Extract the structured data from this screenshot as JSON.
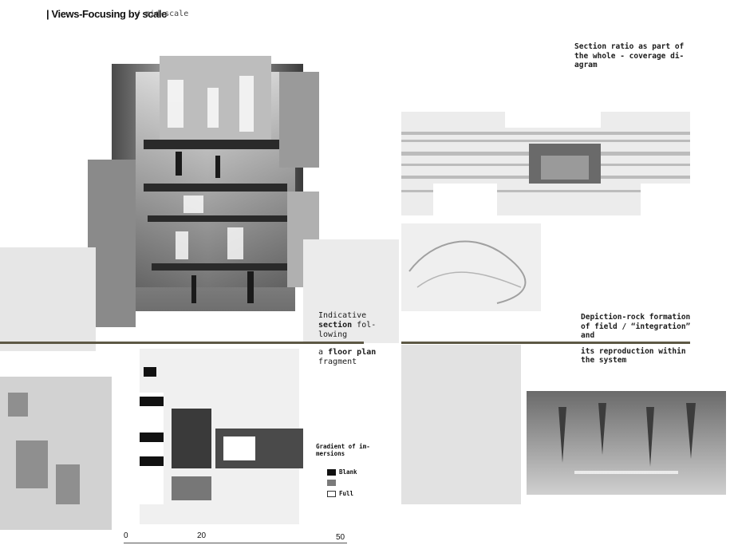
{
  "header": {
    "title": "| Views-Focusing by scale",
    "subtitle": "/ mid-scale"
  },
  "captions": {
    "coverage": [
      "Section ratio as part of",
      "the whole - coverage di-",
      "agram"
    ],
    "section": {
      "line1": "Indicative",
      "line2_bold": "section",
      "line2_rest": " fol-",
      "line3": "lowing",
      "line4_pre": "a ",
      "line4_bold": "floor plan",
      "line5": "fragment"
    },
    "rock": {
      "line1": "Depiction-rock formation",
      "line2": "of field / “integration”",
      "line3": "and",
      "line4": "its reproduction within",
      "line5": "the system"
    }
  },
  "legend": {
    "title_l1": "Gradient of im-",
    "title_l2": "mersions",
    "items": [
      {
        "label": "Blank",
        "color": "#111111"
      },
      {
        "label": "",
        "color": "#7a7a7a"
      },
      {
        "label": "Full",
        "color": "#ffffff"
      }
    ]
  },
  "scale_bar": {
    "labels": [
      "0",
      "20",
      "50"
    ]
  }
}
